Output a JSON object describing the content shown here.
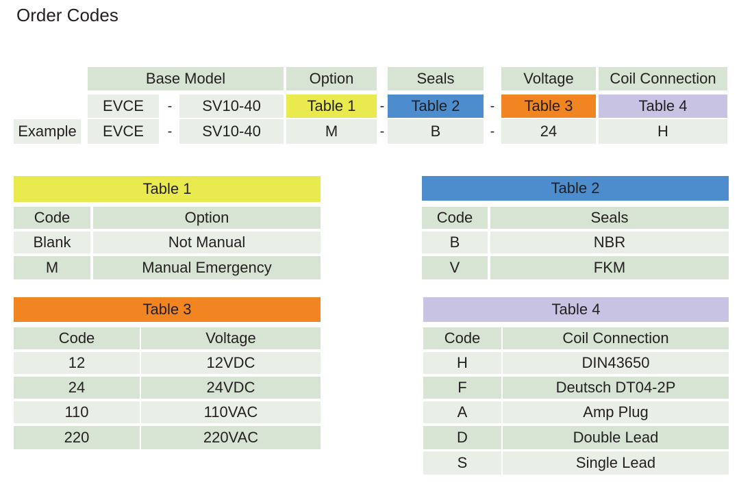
{
  "title": "Order Codes",
  "order": {
    "headers": {
      "base_model": "Base Model",
      "option": "Option",
      "seals": "Seals",
      "voltage": "Voltage",
      "coil": "Coil Connection"
    },
    "template_row": {
      "prefix": "EVCE",
      "dash": "-",
      "model": "SV10-40",
      "option": "Table 1",
      "seals": "Table 2",
      "voltage": "Table 3",
      "coil": "Table 4"
    },
    "example_row": {
      "label": "Example",
      "prefix": "EVCE",
      "model": "SV10-40",
      "option": "M",
      "seals": "B",
      "voltage": "24",
      "coil": "H"
    }
  },
  "table1": {
    "title": "Table 1",
    "headers": [
      "Code",
      "Option"
    ],
    "rows": [
      [
        "Blank",
        "Not Manual"
      ],
      [
        "M",
        "Manual Emergency"
      ]
    ]
  },
  "table2": {
    "title": "Table 2",
    "headers": [
      "Code",
      "Seals"
    ],
    "rows": [
      [
        "B",
        "NBR"
      ],
      [
        "V",
        "FKM"
      ]
    ]
  },
  "table3": {
    "title": "Table 3",
    "headers": [
      "Code",
      "Voltage"
    ],
    "rows": [
      [
        "12",
        "12VDC"
      ],
      [
        "24",
        "24VDC"
      ],
      [
        "110",
        "110VAC"
      ],
      [
        "220",
        "220VAC"
      ]
    ]
  },
  "table4": {
    "title": "Table 4",
    "headers": [
      "Code",
      "Coil Connection"
    ],
    "rows": [
      [
        "H",
        "DIN43650"
      ],
      [
        "F",
        "Deutsch DT04-2P"
      ],
      [
        "A",
        "Amp Plug"
      ],
      [
        "D",
        "Double Lead"
      ],
      [
        "S",
        "Single Lead"
      ]
    ]
  },
  "colors": {
    "header_bg": "#d8e4d3",
    "yellow": "#e8ea4d",
    "blue": "#4d8ccd",
    "orange": "#f08522",
    "lavender": "#c8c3e3"
  }
}
